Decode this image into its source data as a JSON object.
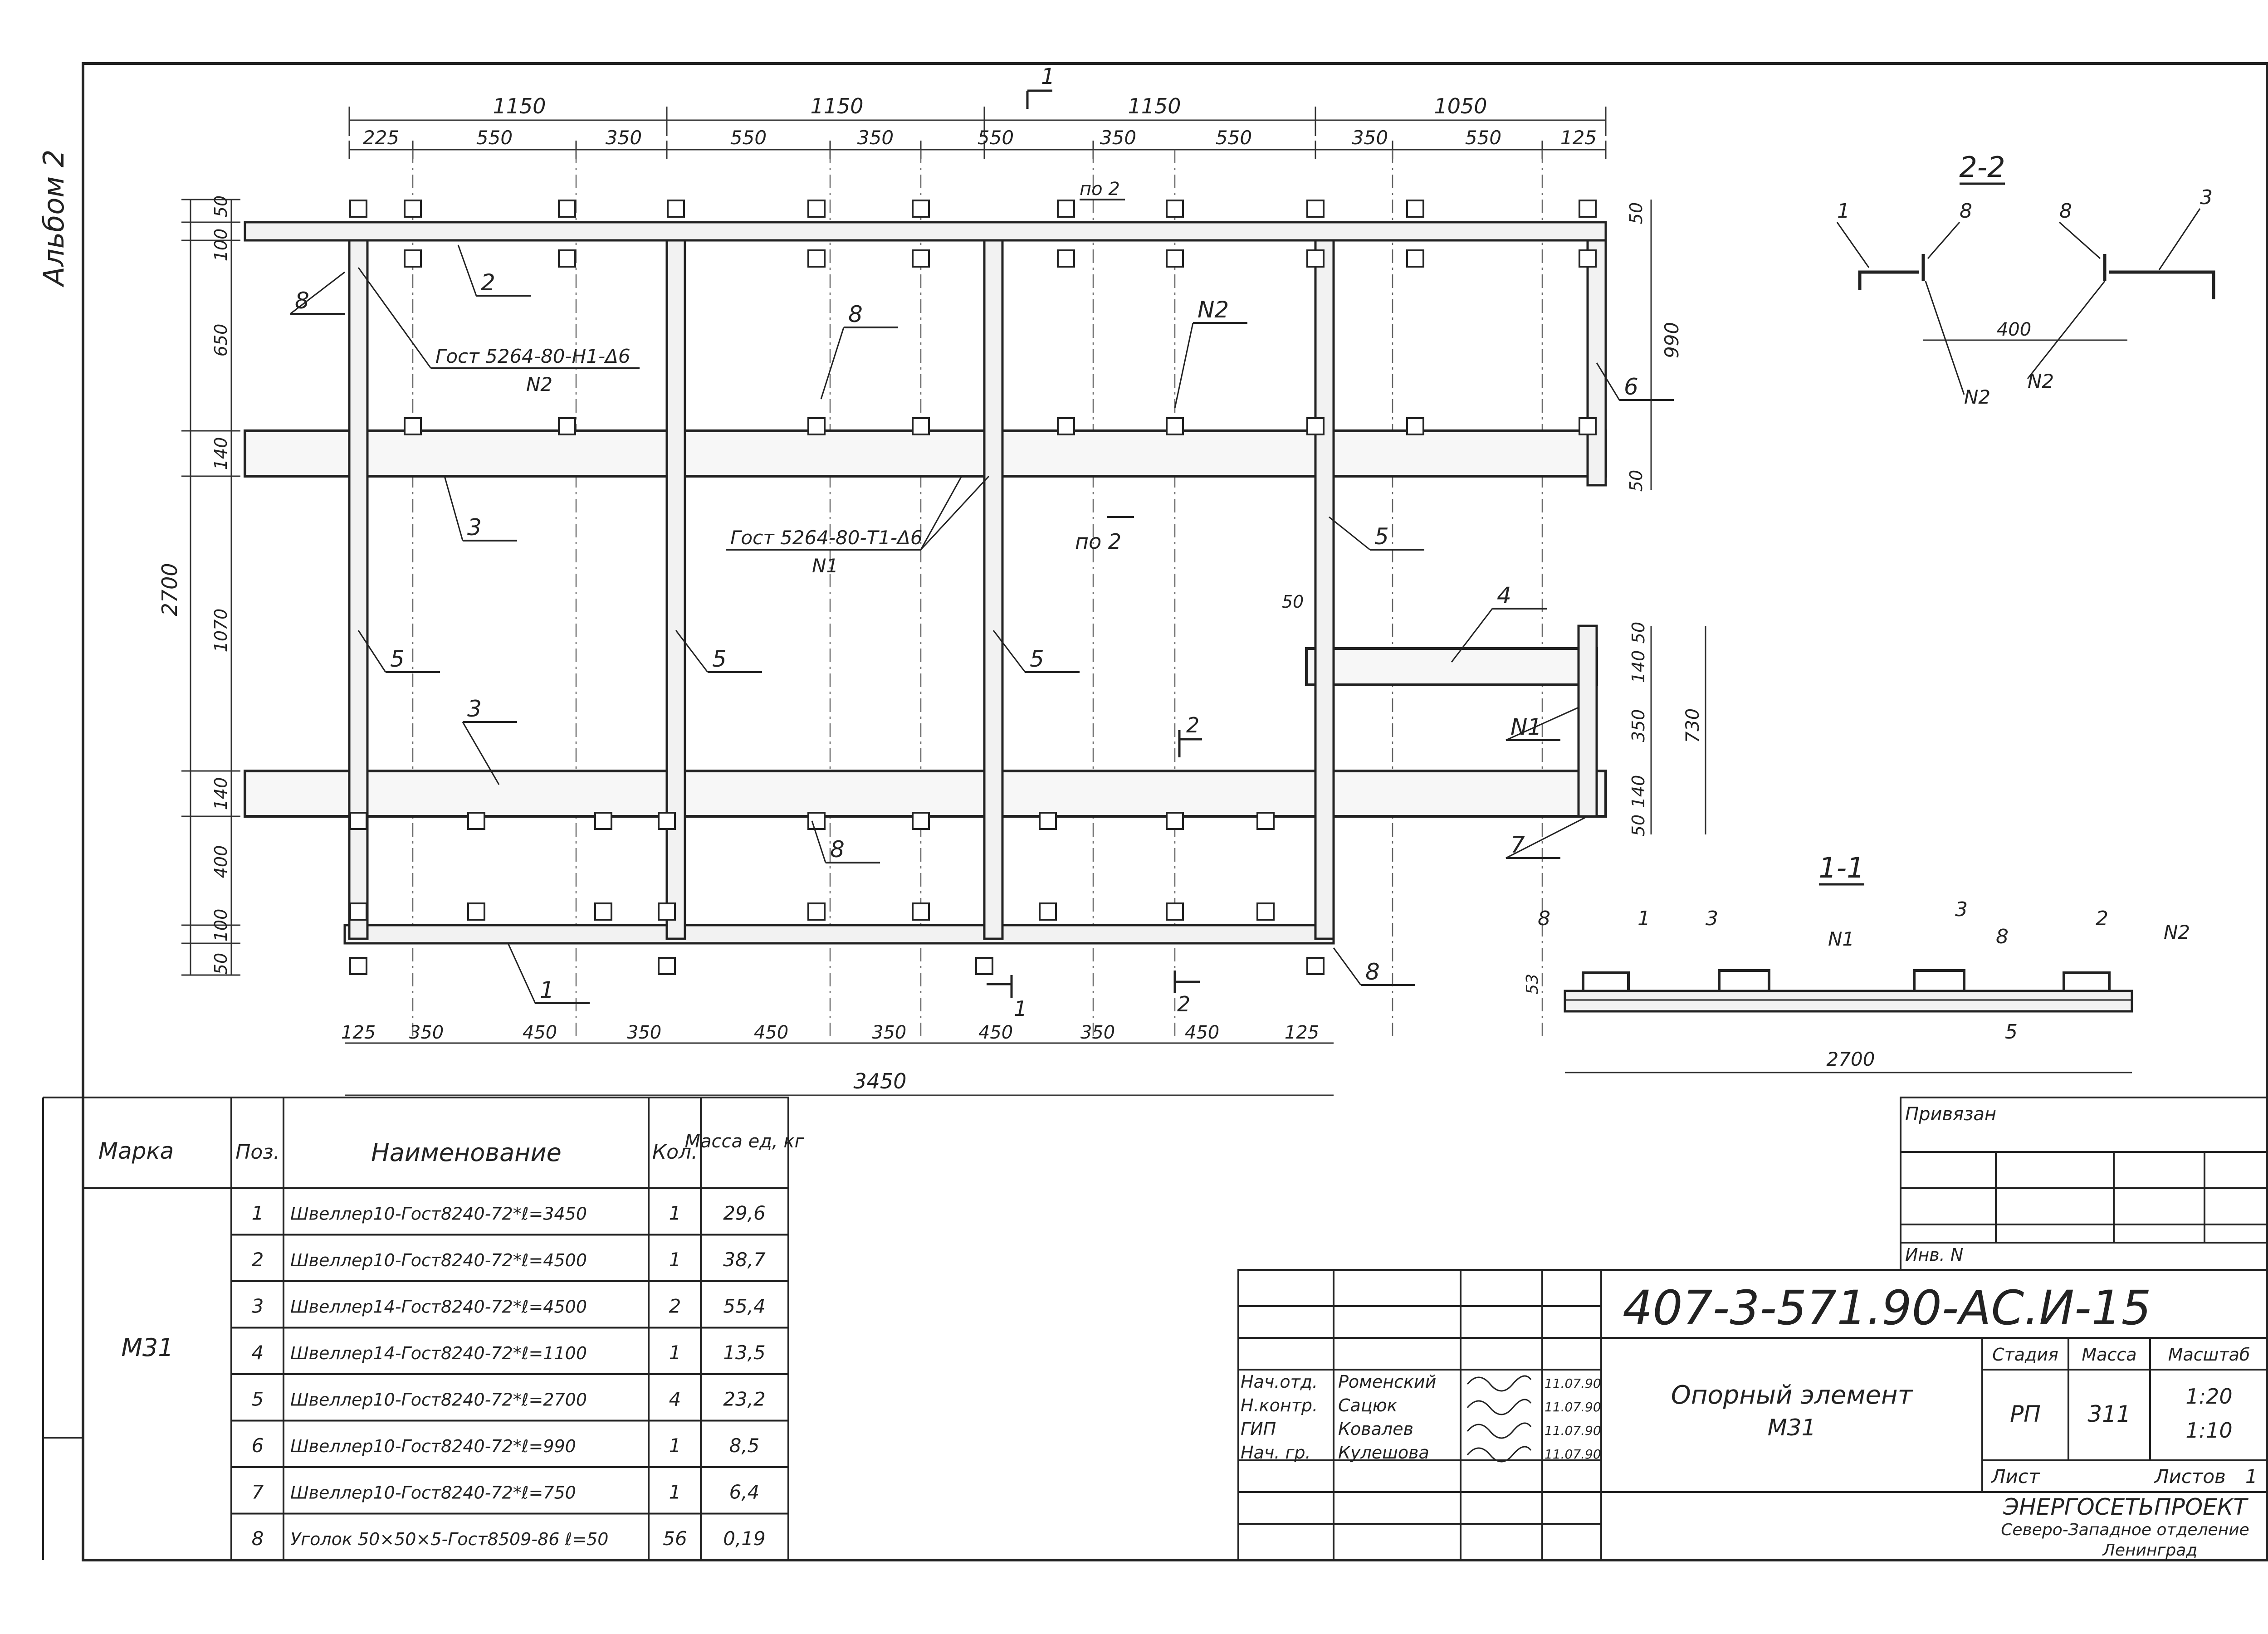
{
  "album_label": "Альбом 2",
  "plan": {
    "top_overall": [
      "1150",
      "1150",
      "1150",
      "1050"
    ],
    "top_detail": [
      "225",
      "550",
      "350",
      "550",
      "350",
      "550",
      "350",
      "550",
      "350",
      "550",
      "125"
    ],
    "bottom_detail": [
      "125",
      "350",
      "450",
      "350",
      "450",
      "350",
      "450",
      "350",
      "450",
      "125"
    ],
    "bottom_total": "3450",
    "left_total": "2700",
    "left_parts": [
      "50",
      "100",
      "650",
      "140",
      "1070",
      "140",
      "400",
      "100",
      "50"
    ],
    "right_upper": [
      "50",
      "990",
      "50"
    ],
    "right_lower": [
      "50",
      "140",
      "350",
      "730",
      "140",
      "50"
    ],
    "dim_50_inner": "50",
    "callouts": {
      "p1": "1",
      "p2": "2",
      "p3a": "3",
      "p3b": "3",
      "p4": "4",
      "p5a": "5",
      "p5b": "5",
      "p5c": "5",
      "p5d": "5",
      "p6": "6",
      "p7": "7",
      "p8a": "8",
      "p8b": "8",
      "p8c": "8",
      "p8d": "8",
      "n2a": "N2",
      "n1a": "N1"
    },
    "weld_top": "Гост 5264-80-Н1-Δ6",
    "weld_top_num": "N2",
    "weld_mid": "Гост 5264-80-Т1-Δ6",
    "weld_mid_num": "N1",
    "section_1_label": "1",
    "section_2_label": "2",
    "por2_top": "по 2",
    "por2_mid": "по 2"
  },
  "section_22": {
    "title": "2-2",
    "dim": "400",
    "labels": [
      "1",
      "8",
      "8",
      "3",
      "N2",
      "N2"
    ]
  },
  "section_11": {
    "title": "1-1",
    "dim": "2700",
    "dim_h": "53",
    "labels": [
      "8",
      "1",
      "3",
      "N1",
      "3",
      "8",
      "2",
      "N2",
      "5"
    ]
  },
  "spec": {
    "headers": {
      "mark": "Марка",
      "pos": "Поз.",
      "name": "Наименование",
      "qty": "Кол.",
      "mass": "Масса ед, кг"
    },
    "mark_value": "М31",
    "rows": [
      {
        "pos": "1",
        "name": "Швеллер10-Гост8240-72*ℓ=3450",
        "qty": "1",
        "mass": "29,6"
      },
      {
        "pos": "2",
        "name": "Швеллер10-Гост8240-72*ℓ=4500",
        "qty": "1",
        "mass": "38,7"
      },
      {
        "pos": "3",
        "name": "Швеллер14-Гост8240-72*ℓ=4500",
        "qty": "2",
        "mass": "55,4"
      },
      {
        "pos": "4",
        "name": "Швеллер14-Гост8240-72*ℓ=1100",
        "qty": "1",
        "mass": "13,5"
      },
      {
        "pos": "5",
        "name": "Швеллер10-Гост8240-72*ℓ=2700",
        "qty": "4",
        "mass": "23,2"
      },
      {
        "pos": "6",
        "name": "Швеллер10-Гост8240-72*ℓ=990",
        "qty": "1",
        "mass": "8,5"
      },
      {
        "pos": "7",
        "name": "Швеллер10-Гост8240-72*ℓ=750",
        "qty": "1",
        "mass": "6,4"
      },
      {
        "pos": "8",
        "name": "Уголок 50×50×5-Гост8509-86 ℓ=50",
        "qty": "56",
        "mass": "0,19"
      }
    ]
  },
  "title_block": {
    "privyazan": "Привязан",
    "inv": "Инв. N",
    "code": "407-3-571.90-АС.И-15",
    "title_line1": "Опорный элемент",
    "title_line2": "М31",
    "signers": [
      {
        "role": "Нач.отд.",
        "name": "Роменский",
        "date": "11.07.90"
      },
      {
        "role": "Н.контр.",
        "name": "Сацюк",
        "date": "11.07.90"
      },
      {
        "role": "ГИП",
        "name": "Ковалев",
        "date": "11.07.90"
      },
      {
        "role": "Нач. гр.",
        "name": "Кулешова",
        "date": "11.07.90"
      }
    ],
    "stage_h": "Стадия",
    "mass_h": "Масса",
    "scale_h": "Масштаб",
    "stage": "РП",
    "mass": "311",
    "scale1": "1:20",
    "scale2": "1:10",
    "sheet_h": "Лист",
    "sheets_h": "Листов",
    "sheets": "1",
    "org1": "ЭНЕРГОСЕТЬПРОЕКТ",
    "org2": "Северо-Западное отделение",
    "org3": "Ленинград"
  }
}
